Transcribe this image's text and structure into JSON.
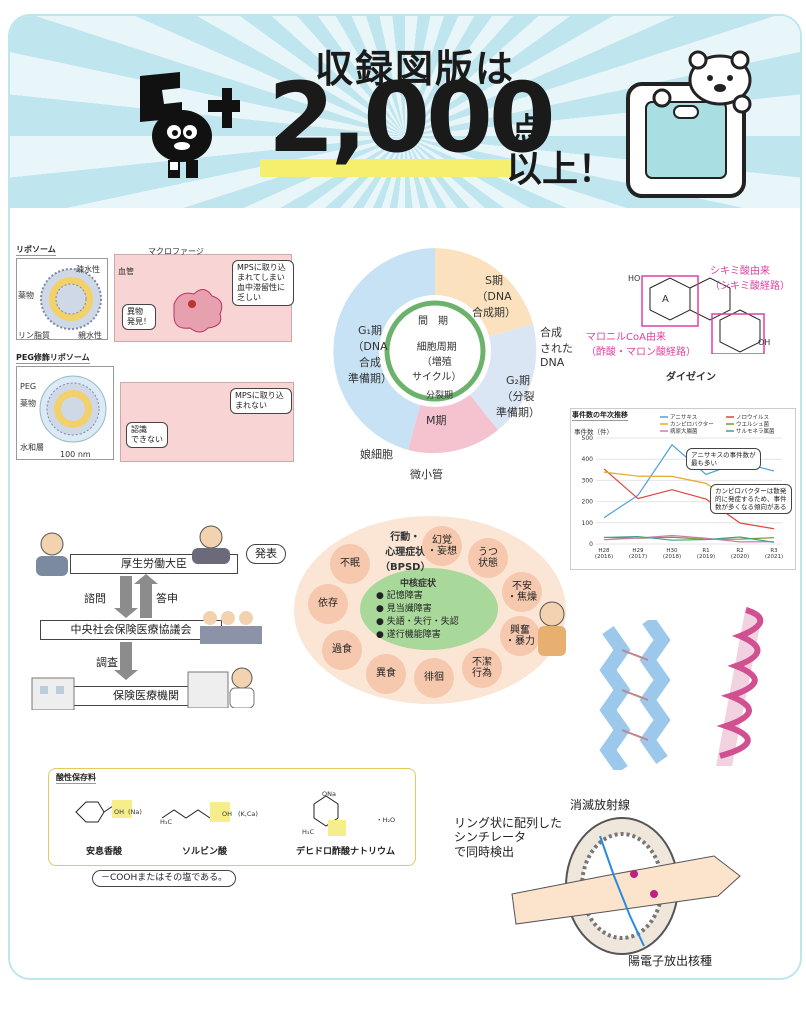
{
  "banner": {
    "title": "収録図版は",
    "number": "2,000",
    "suffix_top": "点",
    "suffix_bottom": "以上！"
  },
  "liposome": {
    "title1": "リポソーム",
    "title2": "PEG修飾リポソーム",
    "macrophage": "マクロファージ",
    "blood_vessel": "血管",
    "hydrophobic": "疎水性",
    "drug": "薬物",
    "phospholipid": "リン脂質",
    "hydrophilic": "親水性",
    "foreign_found": "異物\n発見！",
    "mps_bubble": "MPSに取り込まれてしまい血中滞留性に乏しい",
    "peg": "PEG",
    "drug2": "薬物",
    "hydration": "水和層",
    "nm100": "100 nm",
    "mps_bubble2": "MPSに取り込まれない",
    "cannot_recognize": "認識\nできない"
  },
  "cellcycle": {
    "s_phase": "S期\n（DNA\n合成期）",
    "g1_phase": "G₁期\n（DNA\n合成\n準備期）",
    "g2_phase": "G₂期\n（分裂\n準備期）",
    "m_phase": "M期",
    "interphase": "間　期",
    "center": "細胞周期\n（増殖\nサイクル）",
    "division": "分裂期",
    "synth_dna": "合成\nされた\nDNA",
    "daughter": "娘細胞",
    "microtubule": "微小管"
  },
  "daidzein": {
    "label_shikimi": "シキミ酸由来\n（シキミ酸経路）",
    "label_malonyl": "マロニルCoA由来\n（酢酸・マロン酸経路）",
    "ring_a": "A",
    "ho": "HO",
    "oh": "OH",
    "name": "ダイゼイン"
  },
  "chart_data": {
    "type": "line",
    "title": "事件数の年次推移",
    "ylabel": "事件数（件）",
    "categories": [
      "H28\n(2016)",
      "H29\n(2017)",
      "H30\n(2018)",
      "R1\n(2019)",
      "R2\n(2020)",
      "R3\n(2021)"
    ],
    "ylim": [
      0,
      500
    ],
    "yticks": [
      "0",
      "100",
      "200",
      "300",
      "400",
      "500"
    ],
    "series": [
      {
        "name": "アニサキス",
        "color": "#4aa0e0",
        "values": [
          124,
          230,
          468,
          328,
          386,
          344
        ]
      },
      {
        "name": "ノロウイルス",
        "color": "#e0453a",
        "values": [
          354,
          214,
          256,
          212,
          99,
          72
        ]
      },
      {
        "name": "カンピロバクター",
        "color": "#e8a828",
        "values": [
          339,
          320,
          319,
          286,
          182,
          154
        ]
      },
      {
        "name": "ウエルシュ菌",
        "color": "#7a9a2a",
        "values": [
          31,
          27,
          32,
          22,
          23,
          30
        ]
      },
      {
        "name": "病原大腸菌",
        "color": "#d07ab0",
        "values": [
          20,
          28,
          40,
          27,
          10,
          11
        ]
      },
      {
        "name": "サルモネラ属菌",
        "color": "#40a090",
        "values": [
          31,
          35,
          18,
          21,
          33,
          8
        ]
      }
    ],
    "annot1": "アニサキスの事件数が\n最も多い",
    "annot2": "カンピロバクターは散発\n的に発症するため、事件\n数が多くなる傾向がある"
  },
  "org": {
    "minister": "厚生労働大臣",
    "announce": "発表",
    "consult": "諮問",
    "report": "答申",
    "council": "中央社会保険医療協議会",
    "survey": "調査",
    "institution": "保険医療機関"
  },
  "bpsd": {
    "title": "行動・\n心理症状\n（BPSD）",
    "core_title": "中核症状",
    "core_items": [
      "記憶障害",
      "見当識障害",
      "失語・失行・失認",
      "遂行機能障害"
    ],
    "hallucination": "幻覚\n・妄想",
    "depression": "うつ\n状態",
    "anxiety": "不安\n・焦燥",
    "excitement": "興奮\n・暴力",
    "unclean": "不潔\n行為",
    "wandering": "徘徊",
    "pica": "異食",
    "overeating": "過食",
    "dependence": "依存",
    "insomnia": "不眠"
  },
  "preservatives": {
    "title": "酸性保存料",
    "benzoic": "安息香酸",
    "sorbic": "ソルビン酸",
    "dehydro": "デヒドロ酢酸ナトリウム",
    "note": "－COOHまたはその塩である。",
    "na": "(Na)",
    "kca": "(K,Ca)",
    "oh": "OH",
    "ona": "ONa",
    "h3c": "H₃C",
    "h2o": "・H₂O"
  },
  "pet": {
    "annihilation": "消滅放射線",
    "ring": "リング状に配列した\nシンチレータ\nで同時検出",
    "positron": "陽電子放出核種"
  },
  "colors": {
    "banner_light": "#e8f6f9",
    "banner_ray": "#bfe6ef",
    "frame": "#bfe6ee",
    "highlight": "#f4f06e",
    "peach": "#f6c8ae",
    "green": "#a8d89a"
  }
}
